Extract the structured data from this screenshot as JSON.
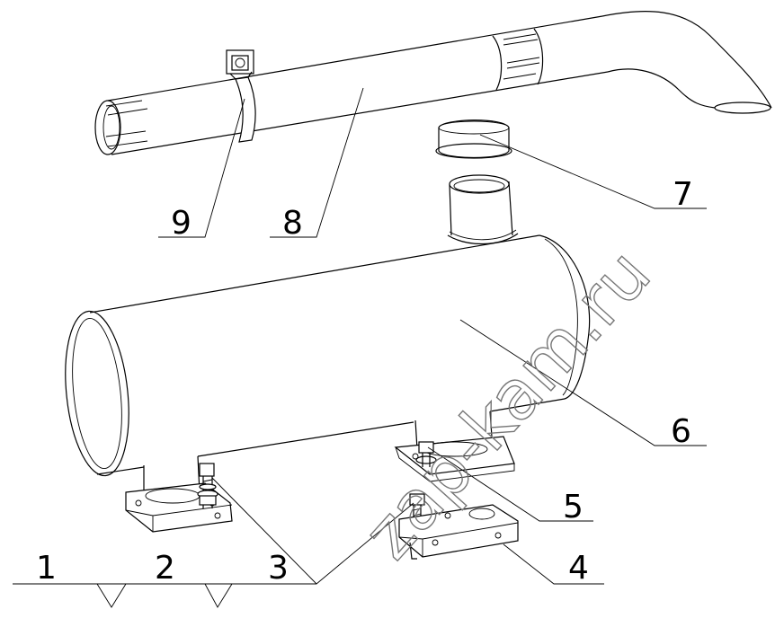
{
  "watermark": "zap-kam.ru",
  "corner_mark": "",
  "callouts": [
    {
      "id": "1",
      "label": "1"
    },
    {
      "id": "2",
      "label": "2"
    },
    {
      "id": "3",
      "label": "3"
    },
    {
      "id": "4",
      "label": "4"
    },
    {
      "id": "5",
      "label": "5"
    },
    {
      "id": "6",
      "label": "6"
    },
    {
      "id": "7",
      "label": "7"
    },
    {
      "id": "8",
      "label": "8"
    },
    {
      "id": "9",
      "label": "9"
    }
  ]
}
